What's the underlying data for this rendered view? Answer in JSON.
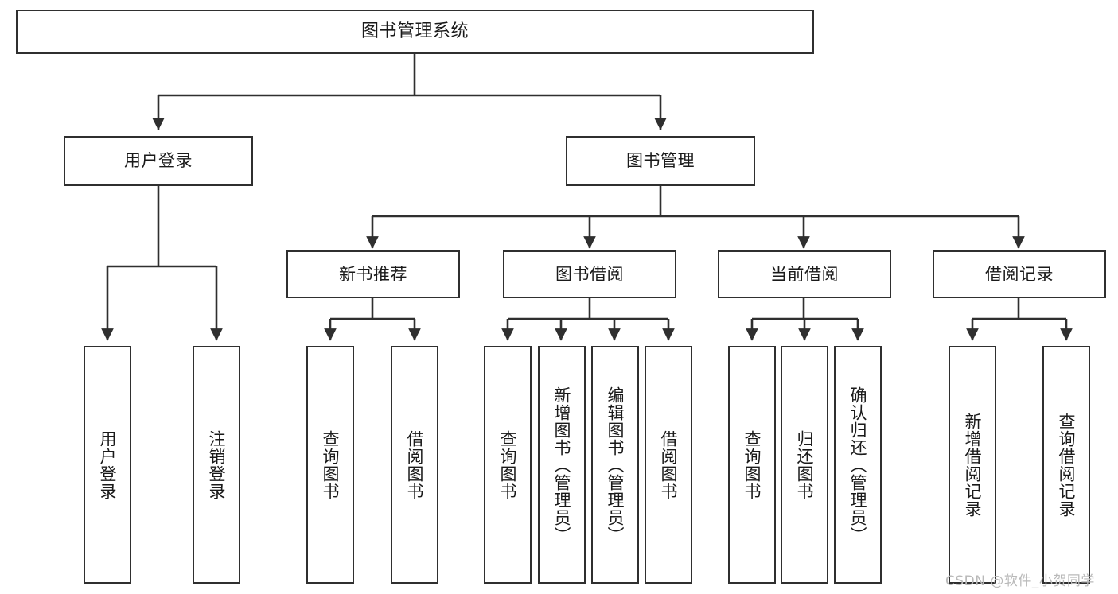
{
  "diagram": {
    "title": "图书管理系统",
    "type": "tree-hierarchy",
    "stroke_color": "#2f2f2f",
    "box_fill": "#ffffff",
    "text_color": "#1a1a1a",
    "watermark": "CSDN @软件_小贺同学",
    "levels": {
      "root": "图书管理系统",
      "level2": [
        "用户登录",
        "图书管理"
      ],
      "level3": [
        "新书推荐",
        "图书借阅",
        "当前借阅",
        "借阅记录"
      ]
    }
  },
  "nodes": {
    "root": {
      "label": "图书管理系统"
    },
    "user_login": {
      "label": "用户登录"
    },
    "book_manage": {
      "label": "图书管理"
    },
    "new_book_rec": {
      "label": "新书推荐"
    },
    "book_borrow": {
      "label": "图书借阅"
    },
    "current_borrow": {
      "label": "当前借阅"
    },
    "borrow_record": {
      "label": "借阅记录"
    }
  },
  "leaves": {
    "user_login_children": [
      {
        "label": "用户登录"
      },
      {
        "label": "注销登录"
      }
    ],
    "new_book_rec_children": [
      {
        "label": "查询图书"
      },
      {
        "label": "借阅图书"
      }
    ],
    "book_borrow_children": [
      {
        "label": "查询图书"
      },
      {
        "label": "新增图书（管理员）"
      },
      {
        "label": "编辑图书（管理员）"
      },
      {
        "label": "借阅图书"
      }
    ],
    "current_borrow_children": [
      {
        "label": "查询图书"
      },
      {
        "label": "归还图书"
      },
      {
        "label": "确认归还（管理员）"
      }
    ],
    "borrow_record_children": [
      {
        "label": "新增借阅记录"
      },
      {
        "label": "查询借阅记录"
      }
    ]
  },
  "watermark": {
    "text": "CSDN @软件_小贺同学"
  }
}
